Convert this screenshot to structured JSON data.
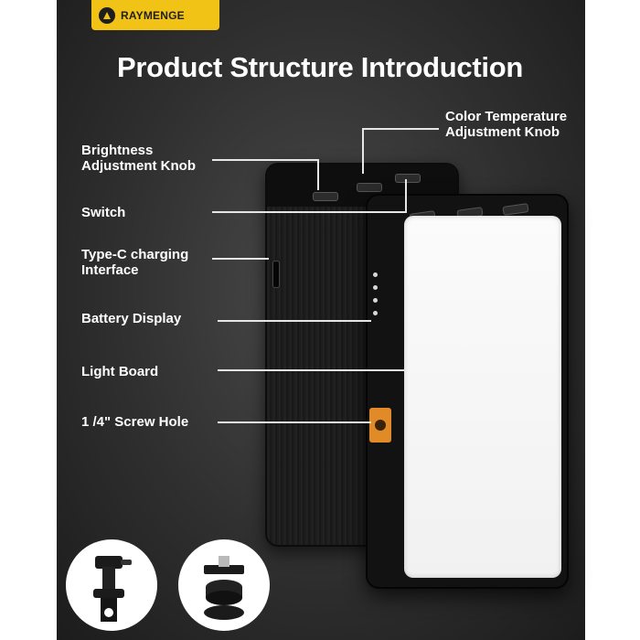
{
  "brand": {
    "name": "RAYMENGE"
  },
  "title": "Product Structure Introduction",
  "labels": {
    "color_temperature_knob": [
      "Color Temperature",
      "Adjustment Knob"
    ],
    "brightness_knob": [
      "Brightness",
      "Adjustment Knob"
    ],
    "switch": "Switch",
    "type_c": [
      "Type-C charging",
      "Interface"
    ],
    "battery_display": "Battery Display",
    "light_board": "Light Board",
    "screw_hole": "1 /4\" Screw Hole"
  },
  "colors": {
    "brand_yellow": "#f2c317",
    "background_dark": "#2f2f2f",
    "screw_hole_brass": "#e08a28"
  },
  "accessories": [
    "cold-shoe-clip",
    "cold-shoe-adapter"
  ]
}
